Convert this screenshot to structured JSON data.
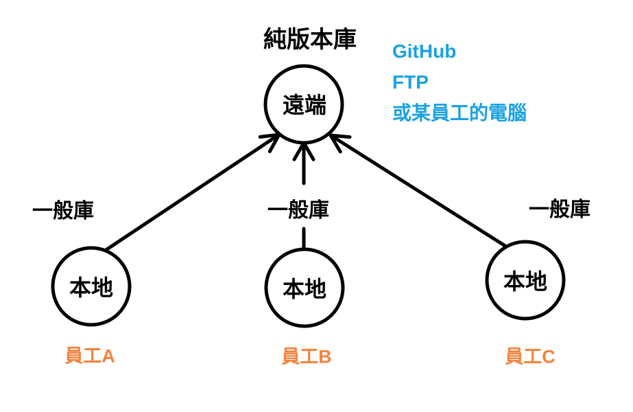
{
  "diagram": {
    "title": "純版本庫",
    "remote": {
      "label": "遠端",
      "annotations": [
        "GitHub",
        "FTP",
        "或某員工的電腦"
      ]
    },
    "locals": [
      {
        "repo_type": "一般庫",
        "label": "本地",
        "owner": "員工A"
      },
      {
        "repo_type": "一般庫",
        "label": "本地",
        "owner": "員工B"
      },
      {
        "repo_type": "一般庫",
        "label": "本地",
        "owner": "員工C"
      }
    ],
    "colors": {
      "stroke": "#000000",
      "annotation_blue": "#1BA1E2",
      "owner_orange": "#F5823C"
    }
  }
}
